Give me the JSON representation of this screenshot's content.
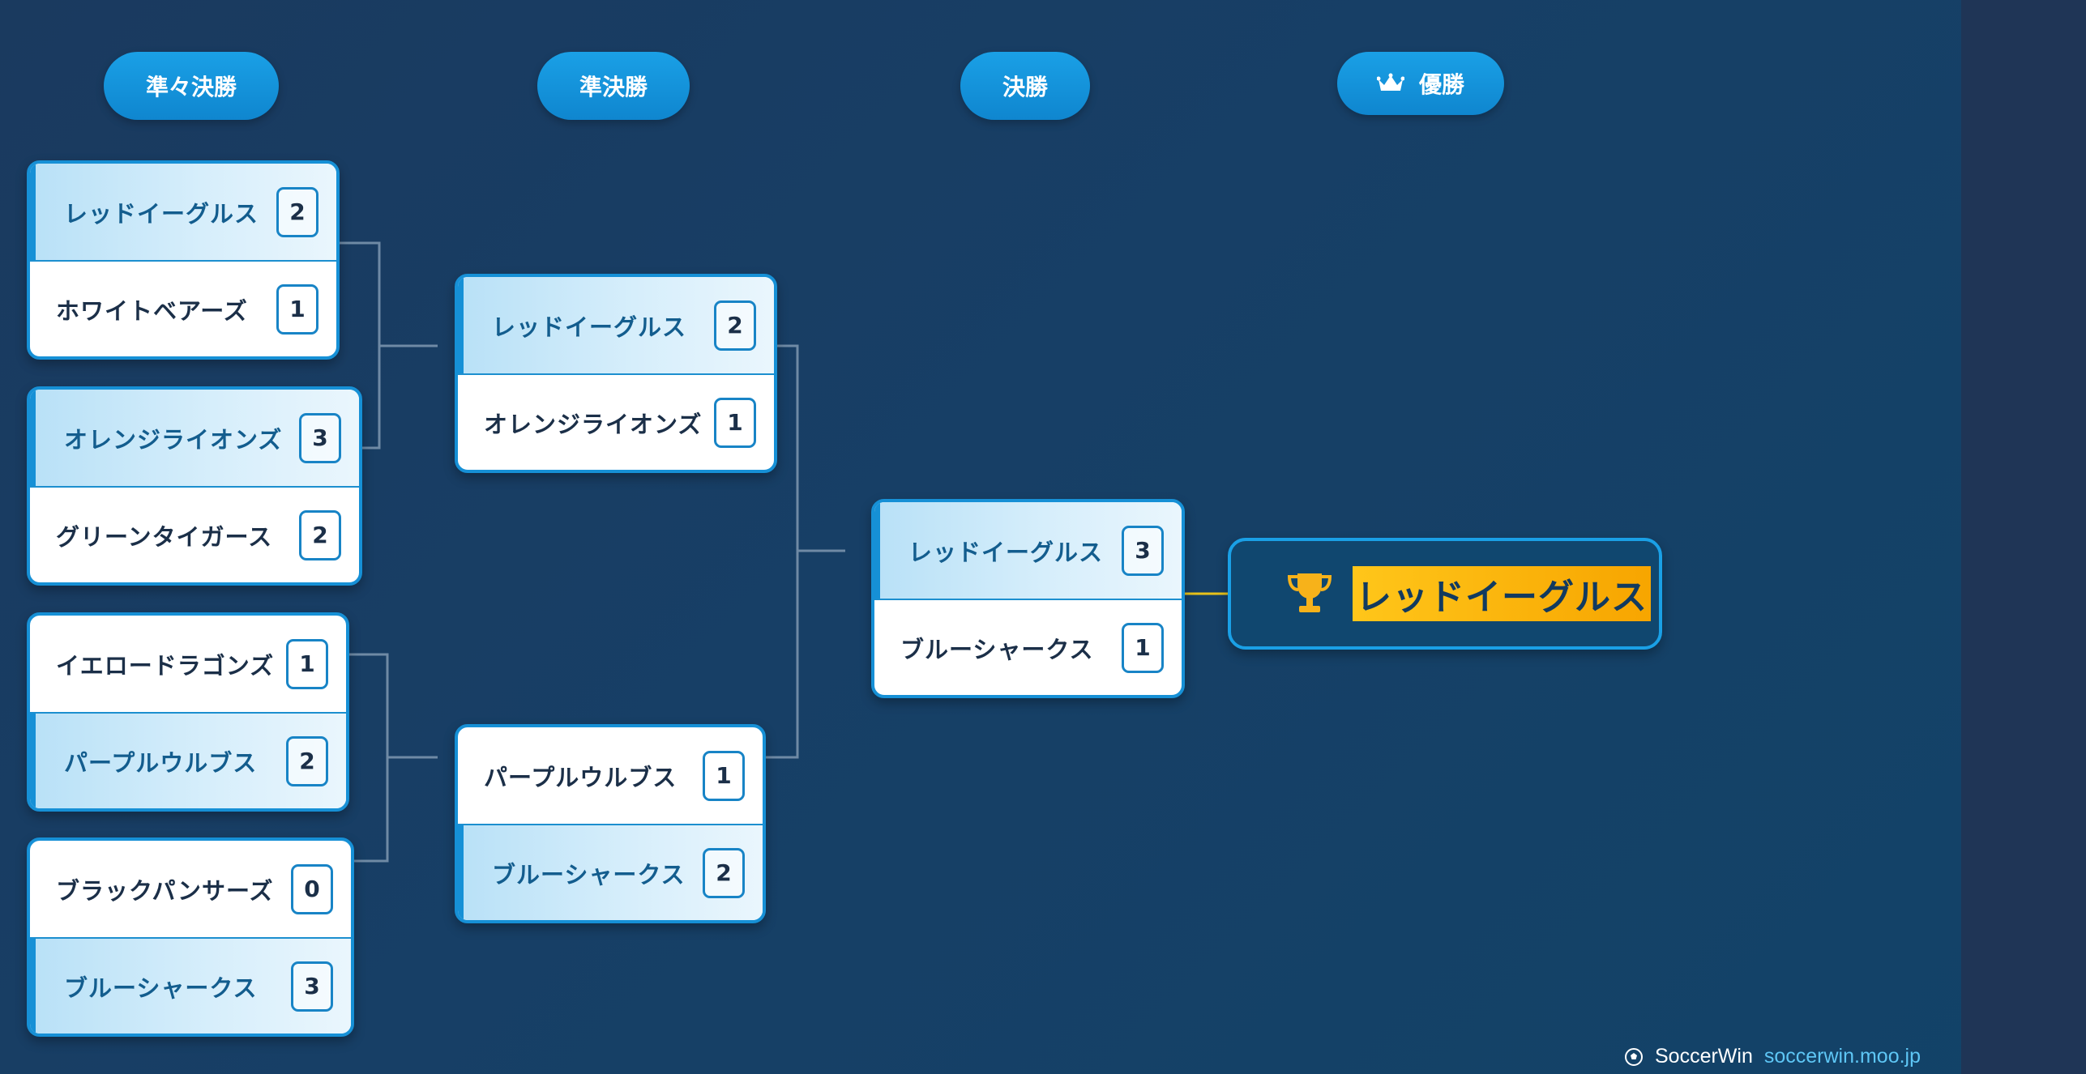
{
  "rounds": {
    "quarterfinal": "準々決勝",
    "semifinal": "準決勝",
    "final": "決勝",
    "champion": "優勝"
  },
  "matches": {
    "qf1": {
      "t1": {
        "name": "レッドイーグルス",
        "score": "2"
      },
      "t2": {
        "name": "ホワイトベアーズ",
        "score": "1"
      }
    },
    "qf2": {
      "t1": {
        "name": "オレンジライオンズ",
        "score": "3"
      },
      "t2": {
        "name": "グリーンタイガース",
        "score": "2"
      }
    },
    "qf3": {
      "t1": {
        "name": "イエロードラゴンズ",
        "score": "1"
      },
      "t2": {
        "name": "パープルウルブス",
        "score": "2"
      }
    },
    "qf4": {
      "t1": {
        "name": "ブラックパンサーズ",
        "score": "0"
      },
      "t2": {
        "name": "ブルーシャークス",
        "score": "3"
      }
    },
    "sf1": {
      "t1": {
        "name": "レッドイーグルス",
        "score": "2"
      },
      "t2": {
        "name": "オレンジライオンズ",
        "score": "1"
      }
    },
    "sf2": {
      "t1": {
        "name": "パープルウルブス",
        "score": "1"
      },
      "t2": {
        "name": "ブルーシャークス",
        "score": "2"
      }
    },
    "final": {
      "t1": {
        "name": "レッドイーグルス",
        "score": "3"
      },
      "t2": {
        "name": "ブルーシャークス",
        "score": "1"
      }
    }
  },
  "champion": {
    "name": "レッドイーグルス"
  },
  "footer": {
    "brand": "SoccerWin",
    "url": "soccerwin.moo.jp"
  },
  "icons": {
    "crown": "crown-icon",
    "trophy": "trophy-icon",
    "ball": "soccer-ball-icon"
  },
  "colors": {
    "accent": "#1690d6",
    "gold": "#ffc61a",
    "background": "#173f66"
  }
}
